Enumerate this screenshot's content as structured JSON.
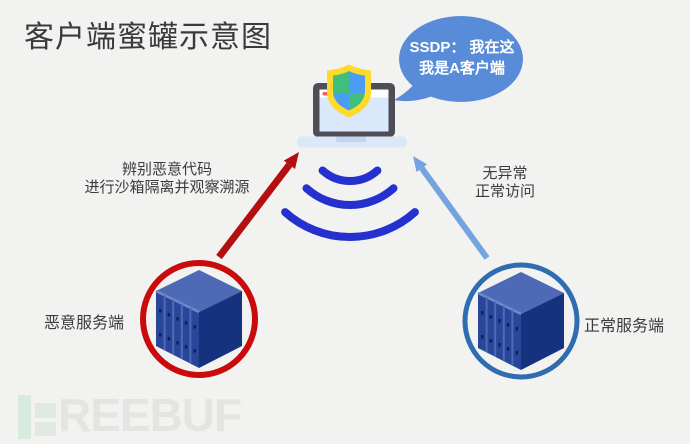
{
  "title": "客户端蜜罐示意图",
  "speech_bubble": {
    "line1": "SSDP： 我在这",
    "line2": "我是A客户端"
  },
  "annotations": {
    "malicious_flow": {
      "line1": "辨别恶意代码",
      "line2": "进行沙箱隔离并观察溯源"
    },
    "normal_flow": {
      "line1": "无异常",
      "line2": "正常访问"
    }
  },
  "nodes": {
    "client": {
      "icon": "laptop-with-shield-icon"
    },
    "malicious_server": {
      "label": "恶意服务端",
      "icon": "server-rack-icon",
      "ring": "red"
    },
    "normal_server": {
      "label": "正常服务端",
      "icon": "server-rack-icon",
      "ring": "blue"
    }
  },
  "icons": {
    "wifi": "wifi-signal-icon",
    "shield": "shield-checker-icon",
    "laptop": "laptop-icon",
    "server": "server-rack-icon"
  },
  "watermark": {
    "brand": "FREEBUF",
    "letters": "REEBUF"
  },
  "colors": {
    "background": "#F2F2F1",
    "title_text": "#3A3A3A",
    "bubble": "#598CD8",
    "bubble_text": "#FFFFFF",
    "wifi": "#2531CF",
    "red_arrow": "#B30F0F",
    "red_ring": "#C90B0B",
    "blue_arrow": "#74A4DF",
    "blue_ring": "#2F6CB0",
    "server_top": "#4E69B5",
    "server_side": "#16327F",
    "server_front": "#2A4699",
    "laptop_frame": "#4F4D55",
    "laptop_screen": "#D9E9FB",
    "laptop_toolbar": "#FDFDFD",
    "laptop_base": "#DCE7F7",
    "laptop_notch": "#C3D4EF",
    "browser_dash_red": "#F95A5A",
    "shield_yellow": "#FFD92B",
    "shield_green": "#3FBE7E",
    "shield_blue": "#4B9CF4"
  }
}
